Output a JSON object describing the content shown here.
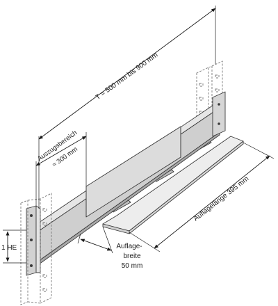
{
  "labels": {
    "depth": "T = 500 mm bis 900 mm",
    "extension_line1": "Auszugsbereich",
    "extension_line2": "≈ 300 mm",
    "support_length": "Auflagelänge 395 mm",
    "support_width_line1": "Auflage-",
    "support_width_line2": "breite",
    "support_width_line3": "50 mm",
    "height_unit": "1 HE"
  },
  "colors": {
    "ink": "#1a1a1a",
    "rail_light": "#e6e6e6",
    "rail_mid": "#cfcfcf",
    "rail_dark": "#a9a9a9",
    "shelf": "#ededed",
    "post_dash": "#777777"
  }
}
